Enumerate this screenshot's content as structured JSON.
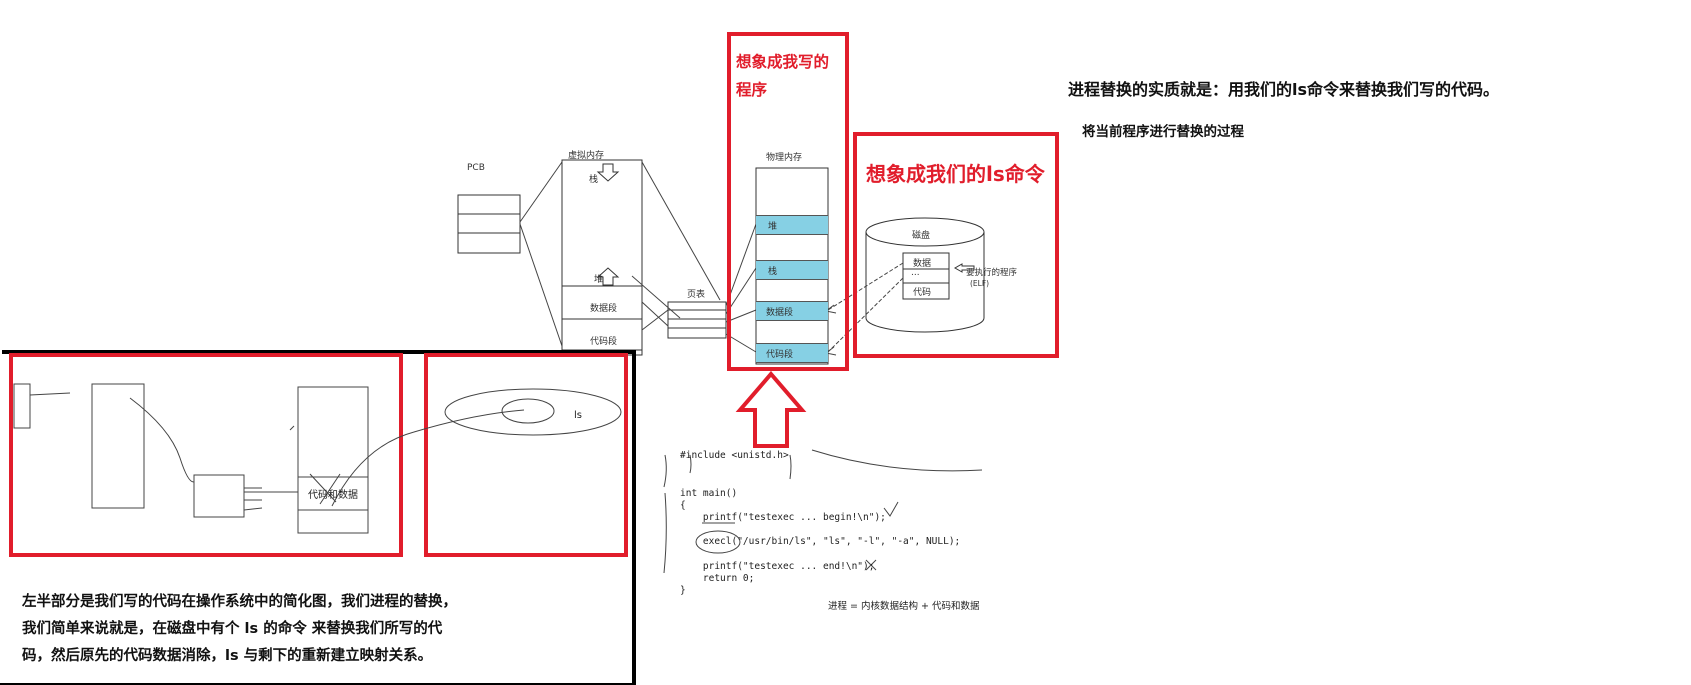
{
  "top_note": {
    "title": "进程替换的实质就是：用我们的ls命令来替换我们写的代码。",
    "subtitle": "将当前程序进行替换的过程"
  },
  "callouts": {
    "my_program": "想象成我写的程序",
    "ls_command": "想象成我们的ls命令"
  },
  "upper_diagram": {
    "pcb": "PCB",
    "virtual_memory": "虚拟内存",
    "stack": "栈",
    "heap": "堆",
    "data_segment": "数据段",
    "code_segment": "代码段",
    "page_table": "页表",
    "physical_memory": "物理内存",
    "phys_heap": "堆",
    "phys_stack": "栈",
    "phys_data": "数据段",
    "phys_code": "代码段",
    "disk": "磁盘",
    "disk_data": "数据",
    "disk_dots": "...",
    "disk_code": "代码",
    "program_to_run": "要执行的程序",
    "elf": "(ELF)"
  },
  "code_snippet": {
    "lines": [
      "#include <unistd.h>",
      "",
      "int main()",
      "{",
      "    printf(\"testexec ... begin!\\n\");",
      "",
      "    execl(\"/usr/bin/ls\", \"ls\", \"-l\", \"-a\", NULL);",
      "",
      "    printf(\"testexec ... end!\\n\");",
      "    return 0;",
      "}"
    ],
    "formula": "进程 = 内核数据结构 + 代码和数据"
  },
  "lower_diagram": {
    "code_and_data": "代码和数据",
    "ls": "ls",
    "explanation_1": "左半部分是我们写的代码在操作系统中的简化图，我们进程的替换，",
    "explanation_2": "我们简单来说就是，在磁盘中有个 ls 的命令 来替换我们所写的代",
    "explanation_3": "码，然后原先的代码数据消除，ls 与剩下的重新建立映射关系。"
  },
  "colors": {
    "accent_red": "#e11d2b",
    "cyan": "#86d0e4",
    "ink": "#111111"
  }
}
